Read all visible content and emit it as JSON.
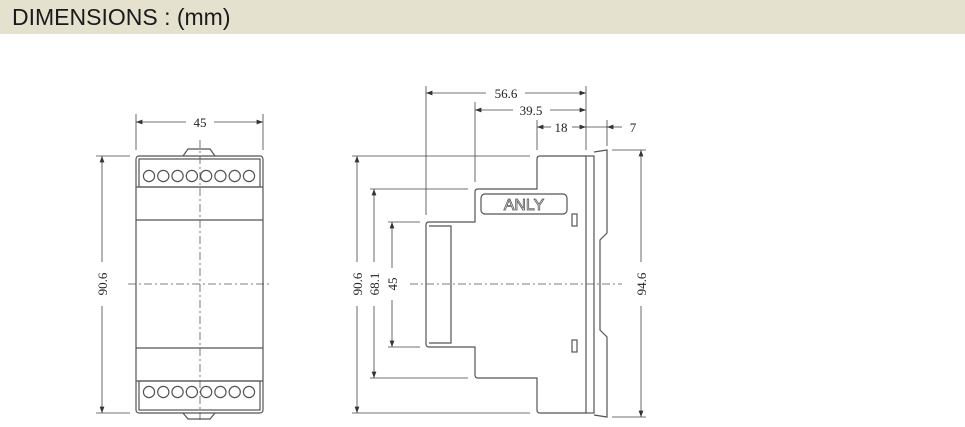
{
  "header": {
    "title": "DIMENSIONS : (mm)"
  },
  "front_view": {
    "width_label": "45",
    "height_label": "90.6",
    "terminals_per_row": 8
  },
  "side_view": {
    "brand_label": "ANLY",
    "depth_total": "56.6",
    "depth_step": "39.5",
    "depth_top": "18",
    "rail_depth": "7",
    "height_body": "90.6",
    "height_mid": "68.1",
    "height_front": "45",
    "height_total": "94.6"
  }
}
